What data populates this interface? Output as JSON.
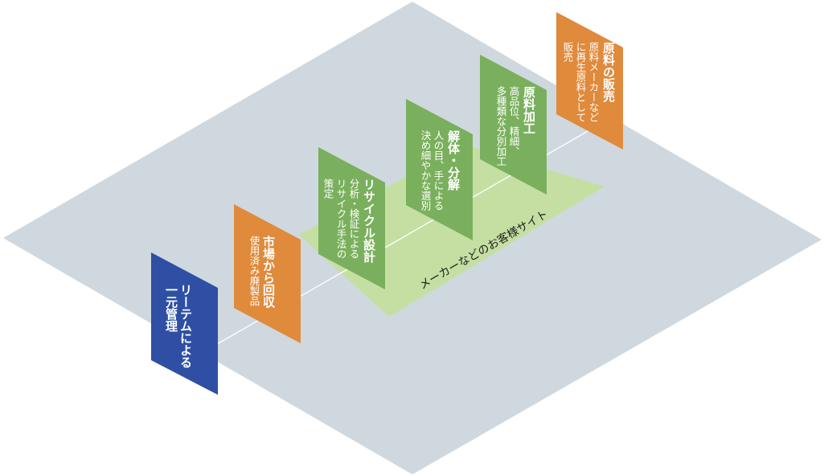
{
  "diagram": {
    "zone": {
      "label": "メーカーなどのお客様サイト",
      "color": "#c5dfa3"
    },
    "platform_color": "#cfd8de",
    "cards": [
      {
        "id": "card-1",
        "title": "リーテムによる",
        "lines": [
          "一元管理"
        ],
        "color": "#2e4fa3"
      },
      {
        "id": "card-2",
        "title": "市場から回収",
        "lines": [
          "使用済み廃製品"
        ],
        "color": "#e08a3c"
      },
      {
        "id": "card-3",
        "title": "リサイクル設計",
        "lines": [
          "分析・検証による",
          "リサイクル手法の",
          "策定"
        ],
        "color": "#7ab05d"
      },
      {
        "id": "card-4",
        "title": "解体・分解",
        "lines": [
          "人の目、手による",
          "決め細やかな選別"
        ],
        "color": "#7ab05d"
      },
      {
        "id": "card-5",
        "title": "原料加工",
        "lines": [
          "高品位、精細、",
          "多種類な分別加工"
        ],
        "color": "#7ab05d"
      },
      {
        "id": "card-6",
        "title": "原料の販売",
        "lines": [
          "原料メーカーなど",
          "に再生原料として",
          "販売"
        ],
        "color": "#e08a3c"
      }
    ]
  }
}
